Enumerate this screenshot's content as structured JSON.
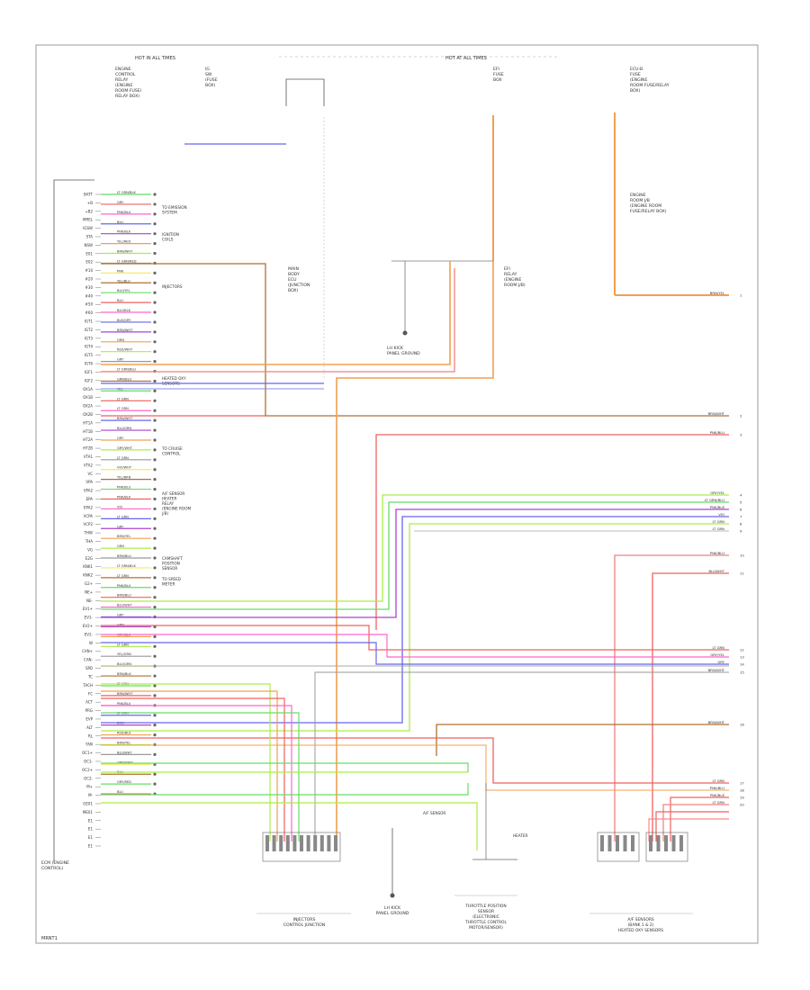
{
  "header": {
    "left_label": "HOT IN ALL TIMES",
    "right_label": "HOT AT ALL TIMES"
  },
  "top_components": {
    "left_block": [
      "ENGINE",
      "CONTROL",
      "RELAY",
      "(ENGINE",
      "ROOM FUSE/",
      "RELAY BOX)"
    ],
    "mid_block": [
      "IG",
      "SW",
      "(FUSE",
      "BOX)"
    ],
    "right_block": [
      "EFI",
      "FUSE",
      "BOX"
    ],
    "far_right_block": [
      "ECU-B",
      "FUSE",
      "(ENGINE",
      "ROOM FUSE/RELAY",
      "BOX)"
    ],
    "far_right_lower": [
      "ENGINE",
      "ROOM J/B",
      "(ENGINE ROOM",
      "FUSE/RELAY BOX)"
    ],
    "center_relay": [
      "MAIN",
      "BODY",
      "ECU",
      "(JUNCTION",
      "BOX)"
    ],
    "efi_relay": [
      "EFI",
      "RELAY",
      "(ENGINE",
      "ROOM J/B)"
    ],
    "ground_label": [
      "LH KICK",
      "PANEL GROUND"
    ]
  },
  "left_connector_label": [
    "ECM (ENGINE",
    "CONTROL)"
  ],
  "ecm_pins": [
    "BATT",
    "+B",
    "+B2",
    "MREL",
    "IGSW",
    "STA",
    "NSW",
    "E01",
    "E02",
    "#10",
    "#20",
    "#30",
    "#40",
    "#50",
    "#60",
    "IGT1",
    "IGT2",
    "IGT3",
    "IGT4",
    "IGT5",
    "IGT6",
    "IGF1",
    "IGF2",
    "OX1A",
    "OX1B",
    "OX2A",
    "OX2B",
    "HT1A",
    "HT1B",
    "HT2A",
    "HT2B",
    "VTA1",
    "VTA2",
    "VC",
    "VPA",
    "VPA2",
    "EPA",
    "EPA2",
    "VCPA",
    "VCP2",
    "THW",
    "THA",
    "VG",
    "E2G",
    "KNK1",
    "KNK2",
    "G2+",
    "NE+",
    "NE-",
    "EV1+",
    "EV1-",
    "EV2+",
    "EV2-",
    "W",
    "CAN+",
    "CAN-",
    "SPD",
    "TC",
    "TACH",
    "FC",
    "ACT",
    "PRG",
    "EVP",
    "ALT",
    "RL",
    "FAN",
    "OC1+",
    "OC1-",
    "OC2+",
    "OC2-",
    "M+",
    "M-",
    "GE01",
    "ME01",
    "E1",
    "E1",
    "E1",
    "E1"
  ],
  "wire_colors_left": [
    "LT GRN/BLK",
    "GRY",
    "PNK/BLU",
    "BLU",
    "PNK/BLK",
    "YEL/RED",
    "BRN/WHT",
    "LT GRN/RED",
    "PNK",
    "YEL/BLU",
    "BLU/YEL",
    "BLU",
    "BLU/BLK",
    "BLK/GRY",
    "BRN/WHT",
    "ORN",
    "RED/WHT",
    "GRY",
    "LT GRN/BLU",
    "GRN/BLU",
    "YEL",
    "LT GRN",
    "LT GRN",
    "BRN/WHT",
    "BLU/GRN",
    "GRY",
    "GRY/WHT",
    "LT GRN",
    "VIO/WHT",
    "YEL/BRN",
    "PNK/BLU",
    "PNK/BLK",
    "VIO",
    "LT GRN",
    "GRY",
    "BRN/YEL",
    "GRN",
    "BRN/BLU",
    "LT GRN/BLK",
    "LT GRN",
    "PNK/BLU",
    "BRN/BLU",
    "BLU/WHT",
    "GRY",
    "GRN",
    "GRY/BLK",
    "LT GRN",
    "YEL/GRN",
    "BLU/GRN",
    "BRN/BLK",
    "LT GRN",
    "BRN/WHT",
    "PNK/BLU",
    "LT GRN",
    "BRN",
    "RED/BLK",
    "BRN/YEL",
    "BLU/WHT",
    "ORN/WHT",
    "BLU",
    "GRY/RED",
    "BLU"
  ],
  "sub_component_labels": [
    [
      "TO EMISSION",
      "SYSTEM"
    ],
    [
      "IGNITION",
      "COILS"
    ],
    [
      "INJECTORS"
    ],
    [
      "HEATED OXY",
      "SENSORS"
    ],
    [
      "TO CRUISE",
      "CONTROL"
    ],
    [
      "A/F SENSOR",
      "HEATER",
      "RELAY",
      "(ENGINE ROOM",
      "J/B)"
    ],
    [
      "CAMSHAFT",
      "POSITION",
      "SENSOR"
    ],
    [
      "TO SPEED",
      "METER"
    ]
  ],
  "right_wire_labels": [
    {
      "text": "BRN/YEL",
      "ref": "1"
    },
    {
      "text": "BRN/WHT",
      "ref": "2"
    },
    {
      "text": "PNK/BLU",
      "ref": "3"
    },
    {
      "text": "GRY/YEL",
      "ref": "4"
    },
    {
      "text": "LT GRN/BLU",
      "ref": "5"
    },
    {
      "text": "PNK/BLK",
      "ref": "6"
    },
    {
      "text": "VIO",
      "ref": "7"
    },
    {
      "text": "LT GRN",
      "ref": "8"
    },
    {
      "text": "LT GRN",
      "ref": "9"
    },
    {
      "text": "PNK/BLU",
      "ref": "10"
    },
    {
      "text": "BLU/WHT",
      "ref": "11"
    },
    {
      "text": "LT GRN",
      "ref": "12"
    },
    {
      "text": "GRY/YEL",
      "ref": "13"
    },
    {
      "text": "GRY",
      "ref": "14"
    },
    {
      "text": "BRN/WHT",
      "ref": "15"
    },
    {
      "text": "BRN/WHT",
      "ref": "16"
    },
    {
      "text": "LT GRN",
      "ref": "17"
    },
    {
      "text": "PNK/BLU",
      "ref": "18"
    },
    {
      "text": "PNK/BLK",
      "ref": "19"
    },
    {
      "text": "LT GRN",
      "ref": "20"
    }
  ],
  "bottom_components": {
    "connector_block_1": [
      "INJECTORS",
      "CONTROL JUNCTION"
    ],
    "ground_point": [
      "LH KICK",
      "PANEL GROUND"
    ],
    "center_bottom": [
      "THROTTLE POSITION",
      "SENSOR",
      "(ELECTRONIC",
      "THROTTLE CONTROL",
      "MOTOR/SENSOR)"
    ],
    "right_bottom": [
      "A/F SENSORS",
      "(BANK 1 & 2)",
      "HEATED OXY SENSORS"
    ],
    "small_label_1": "A/F SENSOR",
    "small_label_2": "HEATER",
    "bottom_left_tag": "MRNT1"
  },
  "colors": {
    "frame": "#9a9a9a",
    "orange": "#f0a050",
    "red": "#f06060",
    "pink": "#ff66cc",
    "green": "#66dd66",
    "lime": "#aaee44",
    "blue": "#6666ee",
    "violet": "#aa44cc",
    "gray": "#999999",
    "brown": "#b07030",
    "yellow": "#eeee66"
  }
}
